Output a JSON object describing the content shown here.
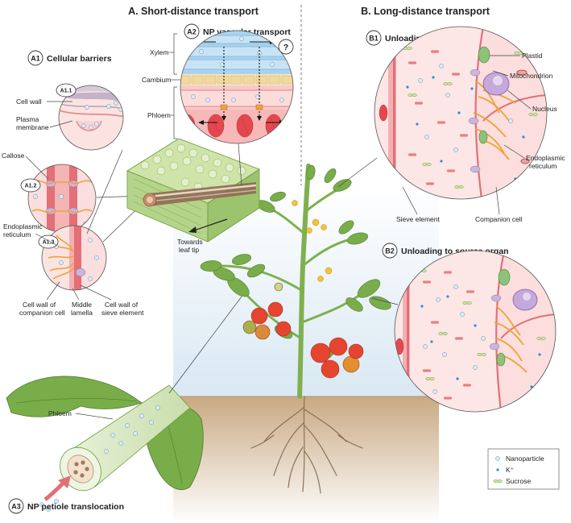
{
  "sections": {
    "a_title": "A. Short-distance transport",
    "b_title": "B. Long-distance transport"
  },
  "a1": {
    "badge": "A1",
    "title": "Cellular barriers",
    "a11": {
      "badge": "A1.1",
      "cell_wall": "Cell wall",
      "plasma_1": "Plasma",
      "plasma_2": "membrane"
    },
    "a12": {
      "badge": "A1.2",
      "callose": "Callose"
    },
    "a13": {
      "badge": "A1.3",
      "er_1": "Endoplasmic",
      "er_2": "reticulum",
      "cw_companion_1": "Cell wall of",
      "cw_companion_2": "companion cell",
      "middle_1": "Middle",
      "middle_2": "lamella",
      "cw_sieve_1": "Cell wall of",
      "cw_sieve_2": "sieve element"
    }
  },
  "a2": {
    "badge": "A2",
    "title": "NP vascular transport",
    "xylem": "Xylem",
    "cambium": "Cambium",
    "phloem": "Phloem",
    "question": "?"
  },
  "leaf_block": {
    "towards_1": "Towards",
    "towards_2": "leaf tip"
  },
  "a3": {
    "badge": "A3",
    "title": "NP petiole translocation",
    "phloem": "Phloem"
  },
  "b1": {
    "badge": "B1",
    "title": "Unloading to sink organ",
    "plastid": "Plastid",
    "mitochondrion": "Mitochondrion",
    "nucleus": "Nucleus",
    "er_1": "Endoplasmic",
    "er_2": "reticulum",
    "sieve_element": "Sieve element",
    "companion_cell": "Companion cell"
  },
  "b2": {
    "badge": "B2",
    "title": "Unloading to source organ"
  },
  "legend": {
    "nanoparticle": "Nanoparticle",
    "k": "K⁺",
    "sucrose": "Sucrose"
  },
  "colors": {
    "pink_cell": "#f7d3d1",
    "red_wall": "#e57f84",
    "xylem_blue": "#a9d4ee",
    "er_orange": "#f0a23a",
    "stem_green": "#7fb04f",
    "tomato_red": "#e5452f",
    "soil": "#d9c2a0"
  }
}
